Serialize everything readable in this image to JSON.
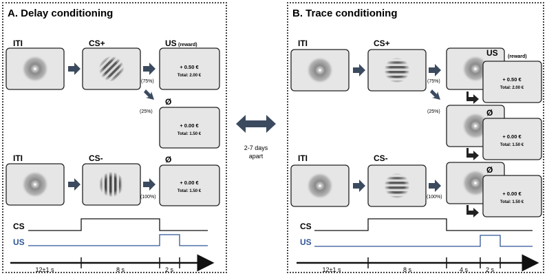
{
  "panel_a": {
    "title": "A. Delay conditioning",
    "labels": {
      "iti_1": "ITI",
      "cs_plus": "CS+",
      "us": "US",
      "reward": "(reward)",
      "null_1": "Ø",
      "iti_2": "ITI",
      "cs_minus": "CS-",
      "null_2": "Ø"
    },
    "probabilities": {
      "p75": "(75%)",
      "p25": "(25%)",
      "p100": "(100%)"
    },
    "outcomes": [
      {
        "amount": "+ 0.50 €",
        "total": "Total: 2.00 €"
      },
      {
        "amount": "+ 0.00 €",
        "total": "Total: 1.50 €"
      },
      {
        "amount": "+ 0.00 €",
        "total": "Total: 1.50 €"
      }
    ],
    "trace_labels": {
      "cs": "CS",
      "us": "US"
    },
    "timeline": [
      "12±1 s",
      "8 s",
      "2 s"
    ]
  },
  "panel_b": {
    "title": "B. Trace conditioning",
    "labels": {
      "iti_1": "ITI",
      "cs_plus": "CS+",
      "us": "US",
      "reward": "(reward)",
      "null_1": "Ø",
      "iti_2": "ITI",
      "cs_minus": "CS-",
      "null_2": "Ø"
    },
    "probabilities": {
      "p75": "(75%)",
      "p25": "(25%)",
      "p100": "(100%)"
    },
    "outcomes": [
      {
        "amount": "+ 0.50 €",
        "total": "Total: 2.00 €"
      },
      {
        "amount": "+ 0.00 €",
        "total": "Total: 1.50 €"
      },
      {
        "amount": "+ 0.00 €",
        "total": "Total: 1.50 €"
      }
    ],
    "trace_labels": {
      "cs": "CS",
      "us": "US"
    },
    "timeline": [
      "12±1 s",
      "8 s",
      "4 s",
      "2 s"
    ]
  },
  "separation": {
    "line1": "2-7 days",
    "line2": "apart"
  },
  "colors": {
    "arrow": "#3b4a5e",
    "us_trace": "#2f5597",
    "screen": "#e6e6e6",
    "panel_border": "#444444"
  }
}
